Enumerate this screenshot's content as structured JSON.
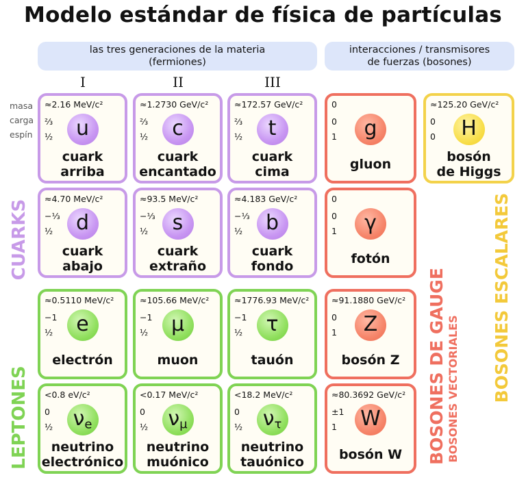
{
  "title": "Modelo estándar de física de partículas",
  "headers": {
    "fermions_line1": "las tres generaciones de la materia",
    "fermions_line2": "(fermiones)",
    "bosons_line1": "interacciones / transmisores",
    "bosons_line2": "de fuerzas (bosones)"
  },
  "generations": [
    "I",
    "II",
    "III"
  ],
  "row_labels": [
    "masa",
    "carga",
    "espín"
  ],
  "group_labels": {
    "quarks": "CUARKS",
    "leptons": "LEPTONES",
    "gauge": "BOSONES DE GAUGE",
    "vector": "BOSONES VECTORIALES",
    "scalar": "BOSONES ESCALARES"
  },
  "colors": {
    "quark_border": "#c79ae8",
    "lepton_border": "#7fd354",
    "gauge_border": "#ef6f5f",
    "higgs_border": "#f3d24a",
    "header_bg": "#dde6fa",
    "quark_label": "#c79ae8",
    "lepton_label": "#7fd354",
    "gauge_label": "#ef6f5f",
    "scalar_label": "#f3c93a"
  },
  "particles": {
    "up": {
      "mass": "≈2.16 MeV/c²",
      "charge": "⅔",
      "spin": "½",
      "symbol": "u",
      "name1": "cuark",
      "name2": "arriba"
    },
    "charm": {
      "mass": "≈1.2730 GeV/c²",
      "charge": "⅔",
      "spin": "½",
      "symbol": "c",
      "name1": "cuark",
      "name2": "encantado"
    },
    "top": {
      "mass": "≈172.57 GeV/c²",
      "charge": "⅔",
      "spin": "½",
      "symbol": "t",
      "name1": "cuark",
      "name2": "cima"
    },
    "down": {
      "mass": "≈4.70 MeV/c²",
      "charge": "−⅓",
      "spin": "½",
      "symbol": "d",
      "name1": "cuark",
      "name2": "abajo"
    },
    "strange": {
      "mass": "≈93.5 MeV/c²",
      "charge": "−⅓",
      "spin": "½",
      "symbol": "s",
      "name1": "cuark",
      "name2": "extraño"
    },
    "bottom": {
      "mass": "≈4.183 GeV/c²",
      "charge": "−⅓",
      "spin": "½",
      "symbol": "b",
      "name1": "cuark",
      "name2": "fondo"
    },
    "electron": {
      "mass": "≈0.5110 MeV/c²",
      "charge": "−1",
      "spin": "½",
      "symbol": "e",
      "name1": "electrón"
    },
    "muon": {
      "mass": "≈105.66 MeV/c²",
      "charge": "−1",
      "spin": "½",
      "symbol": "μ",
      "name1": "muon"
    },
    "tau": {
      "mass": "≈1776.93 MeV/c²",
      "charge": "−1",
      "spin": "½",
      "symbol": "τ",
      "name1": "tauón"
    },
    "nu_e": {
      "mass": "<0.8 eV/c²",
      "charge": "0",
      "spin": "½",
      "symbol": "ν",
      "sub": "e",
      "name1": "neutrino",
      "name2": "electrónico"
    },
    "nu_mu": {
      "mass": "<0.17 MeV/c²",
      "charge": "0",
      "spin": "½",
      "symbol": "ν",
      "sub": "μ",
      "name1": "neutrino",
      "name2": "muónico"
    },
    "nu_tau": {
      "mass": "<18.2 MeV/c²",
      "charge": "0",
      "spin": "½",
      "symbol": "ν",
      "sub": "τ",
      "name1": "neutrino",
      "name2": "tauónico"
    },
    "gluon": {
      "mass": "0",
      "charge": "0",
      "spin": "1",
      "symbol": "g",
      "name1": "gluon"
    },
    "photon": {
      "mass": "0",
      "charge": "0",
      "spin": "1",
      "symbol": "γ",
      "name1": "fotón"
    },
    "zboson": {
      "mass": "≈91.1880 GeV/c²",
      "charge": "0",
      "spin": "1",
      "symbol": "Z",
      "name1": "bosón Z"
    },
    "wboson": {
      "mass": "≈80.3692 GeV/c²",
      "charge": "±1",
      "spin": "1",
      "symbol": "W",
      "name1": "bosón W"
    },
    "higgs": {
      "mass": "≈125.20 GeV/c²",
      "charge": "0",
      "spin": "0",
      "symbol": "H",
      "name1": "bosón",
      "name2": "de Higgs"
    }
  }
}
